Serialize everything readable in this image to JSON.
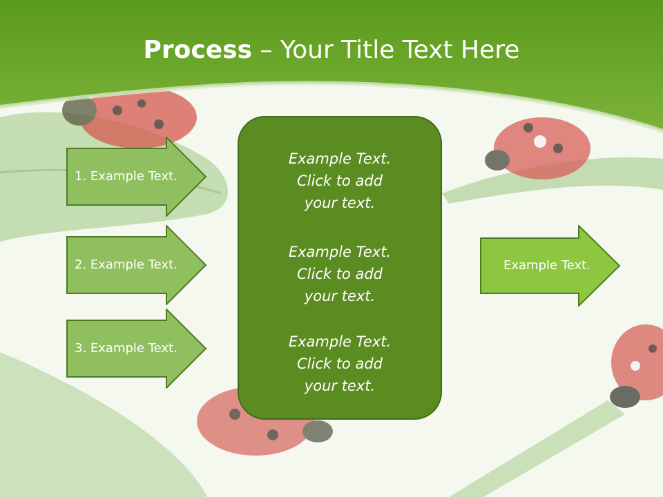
{
  "slide": {
    "title_bold": "Process",
    "title_rest": " – Your Title Text Here"
  },
  "left_arrows": [
    {
      "label": "1. Example Text."
    },
    {
      "label": "2. Example Text."
    },
    {
      "label": "3. Example Text."
    }
  ],
  "center_blocks": [
    {
      "line1": "Example Text.",
      "line2": "Click  to add",
      "line3": "your text."
    },
    {
      "line1": "Example Text.",
      "line2": "Click  to add",
      "line3": "your text."
    },
    {
      "line1": "Example Text.",
      "line2": "Click  to add",
      "line3": "your text."
    }
  ],
  "right_arrow": {
    "label": "Example Text."
  },
  "colors": {
    "header_green": "#5e9a1f",
    "arrow_light": "#8fbf5e",
    "arrow_bright": "#8dc63f",
    "box_green": "#5b8c22"
  },
  "icons": [
    "ladybug-image",
    "leaf-image"
  ]
}
